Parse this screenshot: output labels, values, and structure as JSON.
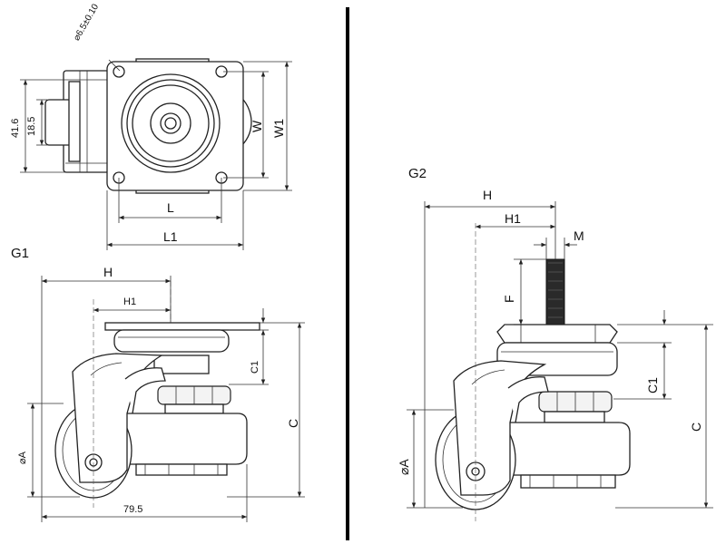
{
  "figure": {
    "variant_left": "G1",
    "variant_right": "G2",
    "top_view": {
      "hole_note": "⌀6.5±0.10",
      "dim_41_6": "41.6",
      "dim_18_5": "18.5",
      "dim_W": "W",
      "dim_W1": "W1",
      "dim_L": "L",
      "dim_L1": "L1"
    },
    "g1_view": {
      "dim_H": "H",
      "dim_H1": "H1",
      "dim_C1": "C1",
      "dim_C": "C",
      "dim_A": "⌀A",
      "dim_width": "79.5"
    },
    "g2_view": {
      "dim_H": "H",
      "dim_H1": "H1",
      "dim_M": "M",
      "dim_F": "F",
      "dim_C1": "C1",
      "dim_C": "C",
      "dim_A": "⌀A"
    }
  }
}
